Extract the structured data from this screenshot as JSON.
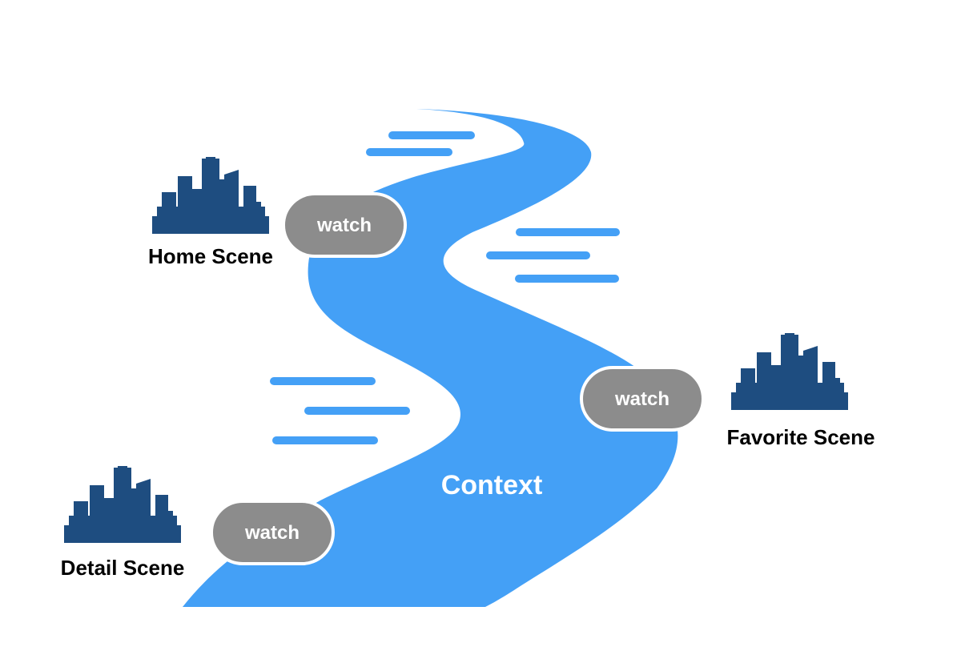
{
  "diagram": {
    "river_label": "Context",
    "watch_label": "watch",
    "scenes": {
      "home": "Home Scene",
      "favorite": "Favorite Scene",
      "detail": "Detail Scene"
    }
  },
  "colors": {
    "river": "#44a0f6",
    "city": "#1e4d80",
    "pill": "#8c8c8c"
  }
}
